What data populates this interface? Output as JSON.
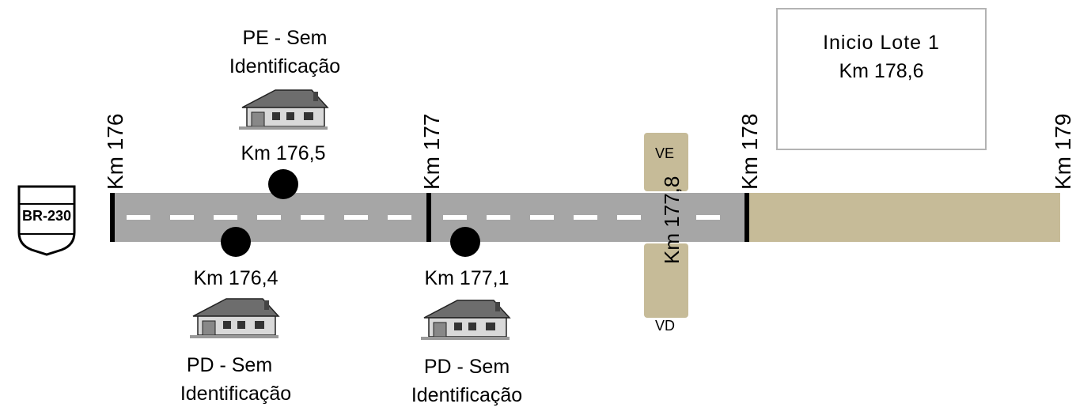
{
  "shield": {
    "text": "BR-230"
  },
  "km_markers": [
    "Km 176",
    "Km 177",
    "Km 178",
    "Km 179"
  ],
  "crossing": {
    "label": "Km 177,8",
    "top_label": "VE",
    "bottom_label": "VD"
  },
  "info_box": {
    "line1": "Inicio Lote 1",
    "line2": "Km 178,6"
  },
  "points": [
    {
      "km": "Km 176,5",
      "line1": "PE - Sem",
      "line2": "Identificação",
      "icon": "house-icon"
    },
    {
      "km": "Km 176,4",
      "line1": "PD - Sem",
      "line2": "Identificação",
      "icon": "house-icon"
    },
    {
      "km": "Km 177,1",
      "line1": "PD - Sem",
      "line2": "Identificação",
      "icon": "house-icon"
    }
  ],
  "colors": {
    "road": "#a6a6a6",
    "lot_road": "#c6bb98",
    "marker": "#000000"
  }
}
